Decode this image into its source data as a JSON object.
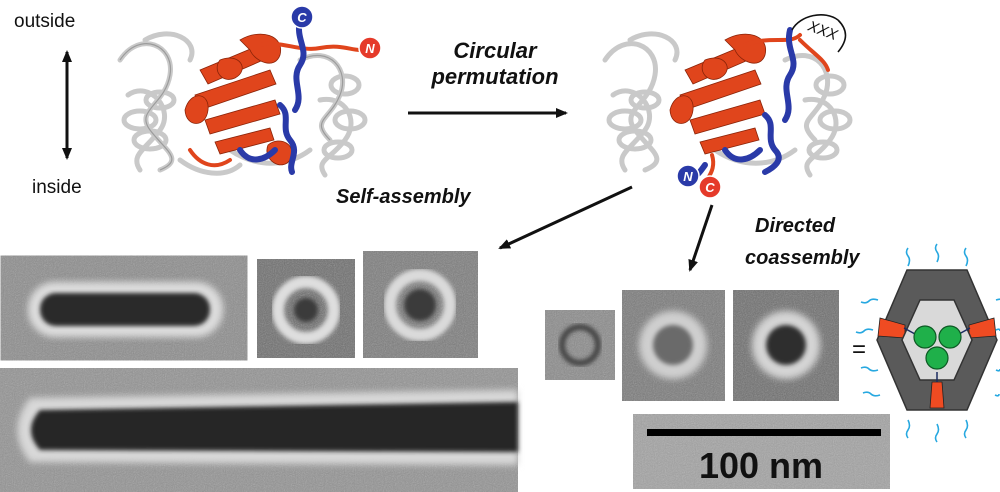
{
  "orientation": {
    "top": "outside",
    "bottom": "inside"
  },
  "arrows": {
    "permutation_line1": "Circular",
    "permutation_line2": "permutation",
    "self_assembly": "Self-assembly",
    "coassembly_line1": "Directed",
    "coassembly_line2": "coassembly"
  },
  "termini": {
    "left_c": "C",
    "left_n": "N",
    "right_n": "N",
    "right_c": "C"
  },
  "linker_label": "XXX",
  "equals": "=",
  "scale_bar": {
    "label": "100 nm"
  },
  "colors": {
    "core_red": "#e0451c",
    "helix_blue": "#2a3aa8",
    "scaffold_grey": "#c8c8c8",
    "shell_dark": "#5a5a5a",
    "cargo_green": "#1fb04a",
    "pore_orange": "#ef4b22",
    "tether_blue": "#27a8e0"
  },
  "cartoon": {
    "shell": "hexagon",
    "cargo_count": 3,
    "pore_count": 3
  }
}
